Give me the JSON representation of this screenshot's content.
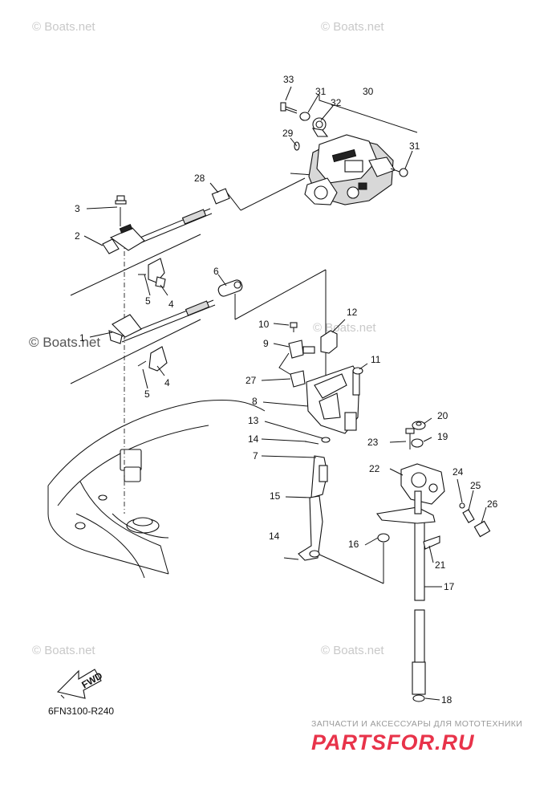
{
  "diagram": {
    "callouts": [
      {
        "id": "33",
        "label": "33"
      },
      {
        "id": "31a",
        "label": "31"
      },
      {
        "id": "30",
        "label": "30"
      },
      {
        "id": "32",
        "label": "32"
      },
      {
        "id": "29",
        "label": "29"
      },
      {
        "id": "31b",
        "label": "31"
      },
      {
        "id": "28",
        "label": "28"
      },
      {
        "id": "3",
        "label": "3"
      },
      {
        "id": "2",
        "label": "2"
      },
      {
        "id": "5a",
        "label": "5"
      },
      {
        "id": "4a",
        "label": "4"
      },
      {
        "id": "6",
        "label": "6"
      },
      {
        "id": "1",
        "label": "1"
      },
      {
        "id": "5b",
        "label": "5"
      },
      {
        "id": "4b",
        "label": "4"
      },
      {
        "id": "12",
        "label": "12"
      },
      {
        "id": "10",
        "label": "10"
      },
      {
        "id": "9",
        "label": "9"
      },
      {
        "id": "11",
        "label": "11"
      },
      {
        "id": "27",
        "label": "27"
      },
      {
        "id": "8",
        "label": "8"
      },
      {
        "id": "13",
        "label": "13"
      },
      {
        "id": "14a",
        "label": "14"
      },
      {
        "id": "7",
        "label": "7"
      },
      {
        "id": "20",
        "label": "20"
      },
      {
        "id": "23",
        "label": "23"
      },
      {
        "id": "19",
        "label": "19"
      },
      {
        "id": "22",
        "label": "22"
      },
      {
        "id": "24",
        "label": "24"
      },
      {
        "id": "25",
        "label": "25"
      },
      {
        "id": "26",
        "label": "26"
      },
      {
        "id": "15",
        "label": "15"
      },
      {
        "id": "16",
        "label": "16"
      },
      {
        "id": "14b",
        "label": "14"
      },
      {
        "id": "21",
        "label": "21"
      },
      {
        "id": "17",
        "label": "17"
      },
      {
        "id": "18",
        "label": "18"
      }
    ],
    "direction_label": "FWD",
    "drawing_code": "6FN3100-R240"
  },
  "watermarks": {
    "small": "© Boats.net",
    "large": "© Boats.net"
  },
  "ad": {
    "tagline": "ЗАПЧАСТИ И АКСЕССУАРЫ ДЛЯ МОТОТЕХНИКИ",
    "brand": "PARTSFOR.RU",
    "brand_color": "#e8334a"
  }
}
